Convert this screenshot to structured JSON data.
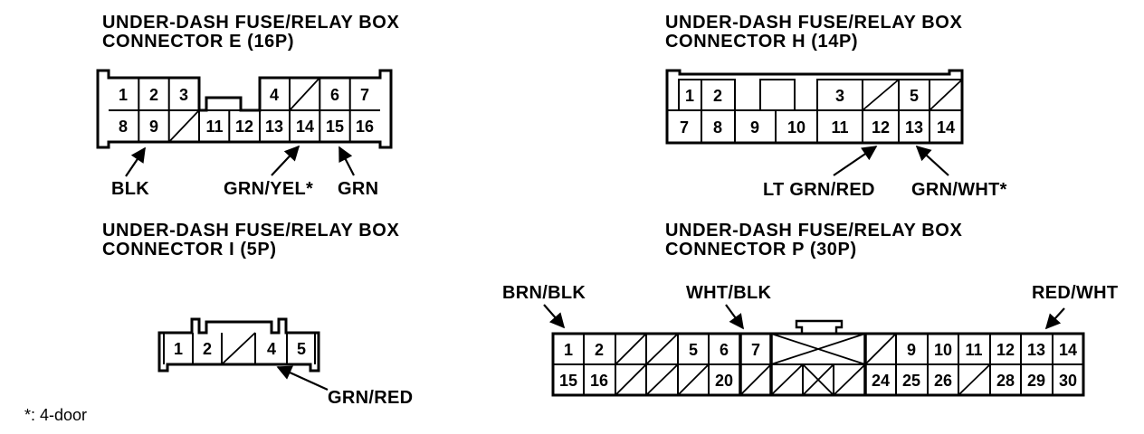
{
  "page": {
    "background": "#ffffff",
    "ink": "#000000"
  },
  "footnote": "*: 4-door",
  "connectors": {
    "E": {
      "title_line1": "UNDER-DASH FUSE/RELAY BOX",
      "title_line2": "CONNECTOR E (16P)",
      "top_cells": [
        {
          "label": "1"
        },
        {
          "label": "2"
        },
        {
          "label": "3"
        },
        {
          "label": "4"
        },
        {
          "mark": "slash"
        },
        {
          "label": "6"
        },
        {
          "label": "7"
        }
      ],
      "bottom_cells": [
        {
          "label": "8"
        },
        {
          "label": "9"
        },
        {
          "mark": "slash"
        },
        {
          "label": "11"
        },
        {
          "label": "12"
        },
        {
          "label": "13"
        },
        {
          "label": "14"
        },
        {
          "label": "15"
        },
        {
          "label": "16"
        }
      ],
      "wire_labels": [
        {
          "text": "BLK",
          "points_to_pin": "9"
        },
        {
          "text": "GRN/YEL*",
          "points_to_pin": "14"
        },
        {
          "text": "GRN",
          "points_to_pin": "15"
        }
      ]
    },
    "H": {
      "title_line1": "UNDER-DASH FUSE/RELAY BOX",
      "title_line2": "CONNECTOR H (14P)",
      "top_cells": [
        {
          "label": "1"
        },
        {
          "label": "2"
        },
        {
          "mark": "blank-tab"
        },
        {
          "label": "3"
        },
        {
          "mark": "slash"
        },
        {
          "label": "5"
        },
        {
          "mark": "slash"
        }
      ],
      "bottom_cells": [
        {
          "label": "7"
        },
        {
          "label": "8"
        },
        {
          "label": "9"
        },
        {
          "label": "10"
        },
        {
          "label": "11"
        },
        {
          "label": "12"
        },
        {
          "label": "13"
        },
        {
          "label": "14"
        }
      ],
      "wire_labels": [
        {
          "text": "LT GRN/RED",
          "points_to_pin": "12"
        },
        {
          "text": "GRN/WHT*",
          "points_to_pin": "13"
        }
      ]
    },
    "I": {
      "title_line1": "UNDER-DASH FUSE/RELAY BOX",
      "title_line2": "CONNECTOR I (5P)",
      "cells": [
        {
          "label": "1"
        },
        {
          "label": "2"
        },
        {
          "mark": "slash"
        },
        {
          "label": "4"
        },
        {
          "label": "5"
        }
      ],
      "wire_labels": [
        {
          "text": "GRN/RED",
          "points_to_pin": "4"
        }
      ]
    },
    "P": {
      "title_line1": "UNDER-DASH FUSE/RELAY BOX",
      "title_line2": "CONNECTOR P (30P)",
      "top_cells": [
        {
          "label": "1"
        },
        {
          "label": "2"
        },
        {
          "mark": "slash"
        },
        {
          "mark": "slash"
        },
        {
          "label": "5"
        },
        {
          "label": "6"
        },
        {
          "label": "7"
        },
        {
          "mark": "x-wide"
        },
        {
          "mark": "slash"
        },
        {
          "label": "9"
        },
        {
          "label": "10"
        },
        {
          "label": "11"
        },
        {
          "label": "12"
        },
        {
          "label": "13"
        },
        {
          "label": "14"
        }
      ],
      "bottom_cells": [
        {
          "label": "15"
        },
        {
          "label": "16"
        },
        {
          "mark": "slash"
        },
        {
          "mark": "slash"
        },
        {
          "mark": "slash"
        },
        {
          "label": "20"
        },
        {
          "mark": "slash"
        },
        {
          "mark": "slash"
        },
        {
          "mark": "x"
        },
        {
          "mark": "slash"
        },
        {
          "label": "24"
        },
        {
          "label": "25"
        },
        {
          "label": "26"
        },
        {
          "mark": "slash"
        },
        {
          "label": "28"
        },
        {
          "label": "29"
        },
        {
          "label": "30"
        }
      ],
      "wire_labels": [
        {
          "text": "BRN/BLK",
          "points_to_pin": "1"
        },
        {
          "text": "WHT/BLK",
          "points_to_pin": "7"
        },
        {
          "text": "RED/WHT",
          "points_to_pin": "13"
        }
      ]
    }
  }
}
